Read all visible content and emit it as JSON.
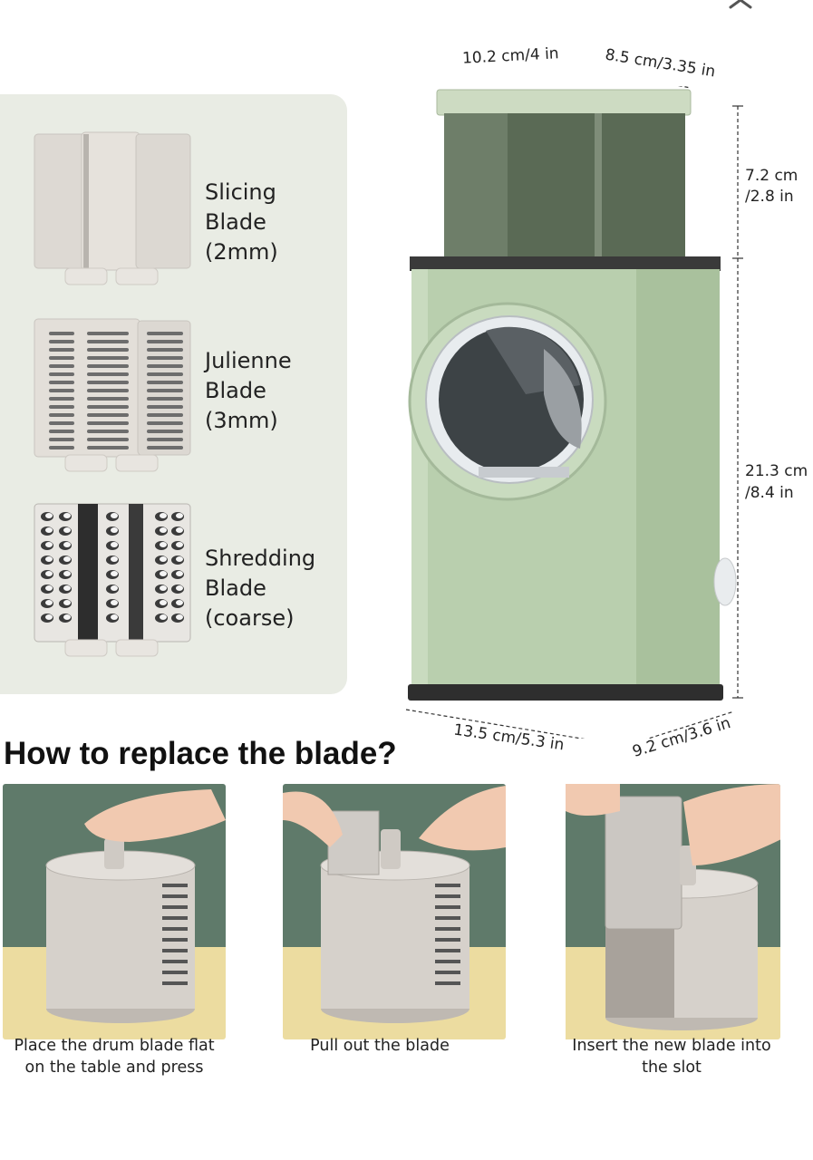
{
  "close_icon": "close-icon",
  "blades": [
    {
      "line1": "Slicing",
      "line2": "Blade",
      "line3": "(2mm)"
    },
    {
      "line1": "Julienne",
      "line2": "Blade",
      "line3": "(3mm)"
    },
    {
      "line1": "Shredding",
      "line2": "Blade",
      "line3": "(coarse)"
    }
  ],
  "dimensions": {
    "top_width": "10.2 cm/4 in",
    "top_depth": "8.5 cm/3.35 in",
    "hopper_height_cm": "7.2 cm",
    "hopper_height_in": "/2.8 in",
    "total_height_cm": "21.3 cm",
    "total_height_in": "/8.4 in",
    "base_width": "13.5 cm/5.3 in",
    "base_depth": "9.2 cm/3.6 in"
  },
  "heading": "How to replace the blade?",
  "steps": [
    {
      "line1": "Place the drum blade flat",
      "line2": "on the table and press"
    },
    {
      "line1": "Pull out the blade",
      "line2": ""
    },
    {
      "line1": "Insert the new blade into",
      "line2": "the slot"
    }
  ],
  "colors": {
    "body_green": "#b9cfae",
    "panel_bg": "#e9ece4",
    "photo_wall": "#5f7a6a",
    "photo_table": "#ecdca0"
  }
}
